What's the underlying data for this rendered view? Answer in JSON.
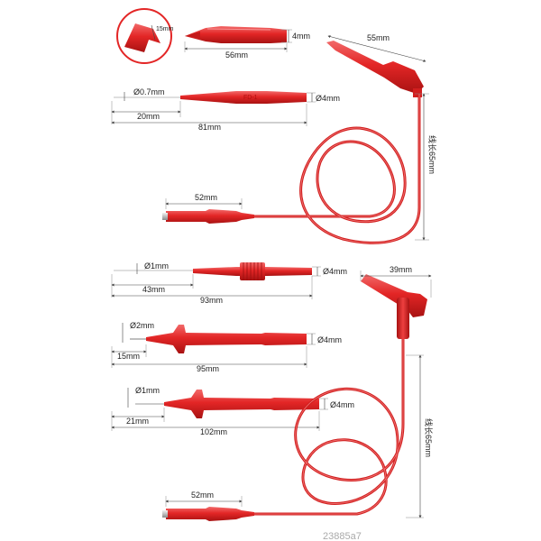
{
  "dimensions": {
    "clip_jaw_opening": "15mm",
    "clip_height": "4mm",
    "clip_length": "56mm",
    "hook_length": "55mm",
    "probe1_tip": "Ø0.7mm",
    "probe1_diameter": "Ø4mm",
    "probe1_tip_length": "20mm",
    "probe1_length": "81mm",
    "lead1_length": "线长65mm",
    "plug1_length": "52mm",
    "probe2_tip": "Ø1mm",
    "probe2_diameter": "Ø4mm",
    "probe2_tip_length": "43mm",
    "probe2_length": "93mm",
    "angle_clip_length": "39mm",
    "probe3_tip": "Ø2mm",
    "probe3_diameter": "Ø4mm",
    "probe3_tip_length": "15mm",
    "probe3_length": "95mm",
    "probe4_tip": "Ø1mm",
    "probe4_diameter": "Ø4mm",
    "probe4_tip_length": "21mm",
    "probe4_length": "102mm",
    "lead2_length": "线长65mm",
    "plug2_length": "52mm"
  },
  "watermark": "23885a7"
}
